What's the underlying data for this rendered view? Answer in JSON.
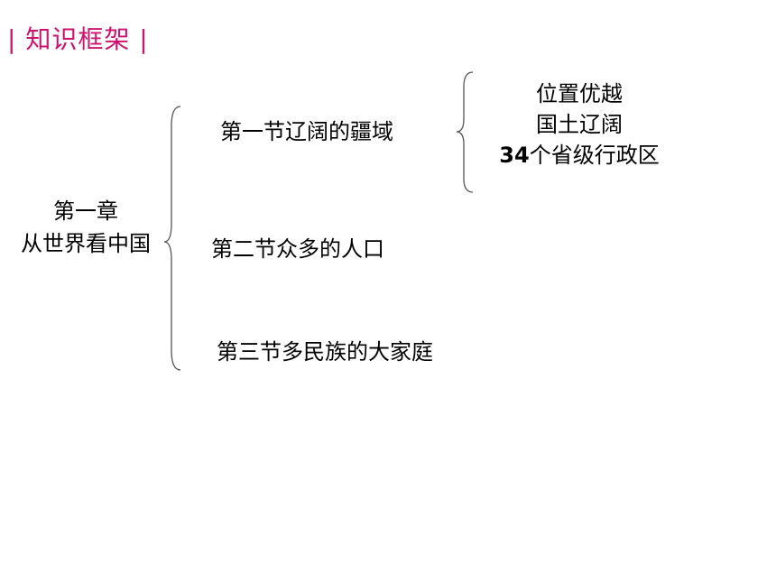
{
  "header": {
    "left_bar": "|",
    "title": "知识框架",
    "right_bar": "|",
    "color": "#d0106e"
  },
  "chapter": {
    "line1": "第一章",
    "line2": "从世界看中国"
  },
  "sections": [
    {
      "label": "第一节辽阔的疆域"
    },
    {
      "label": "第二节众多的人口"
    },
    {
      "label": "第三节多民族的大家庭"
    }
  ],
  "section1_details": {
    "item1": "位置优越",
    "item2": "国土辽阔",
    "item3_number": "34",
    "item3_text": "个省级行政区"
  }
}
